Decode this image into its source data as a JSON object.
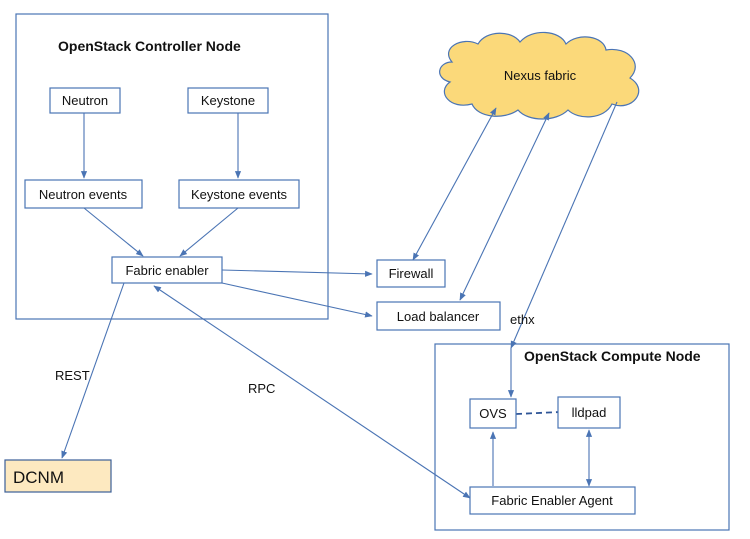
{
  "containers": {
    "controller_title": "OpenStack Controller Node",
    "compute_title": "OpenStack Compute Node"
  },
  "cloud_label": "Nexus fabric",
  "nodes": {
    "neutron": "Neutron",
    "keystone": "Keystone",
    "neutron_events": "Neutron events",
    "keystone_events": "Keystone events",
    "fabric_enabler": "Fabric enabler",
    "firewall": "Firewall",
    "load_balancer": "Load balancer",
    "ovs": "OVS",
    "lldpad": "lldpad",
    "fabric_enabler_agent": "Fabric Enabler Agent",
    "dcnm": "DCNM"
  },
  "edge_labels": {
    "rest": "REST",
    "rpc": "RPC",
    "ethx": "ethx"
  },
  "colors": {
    "stroke": "#4a74b4",
    "cloud_fill": "#fbd97a",
    "dcnm_fill": "#fde9c0"
  }
}
